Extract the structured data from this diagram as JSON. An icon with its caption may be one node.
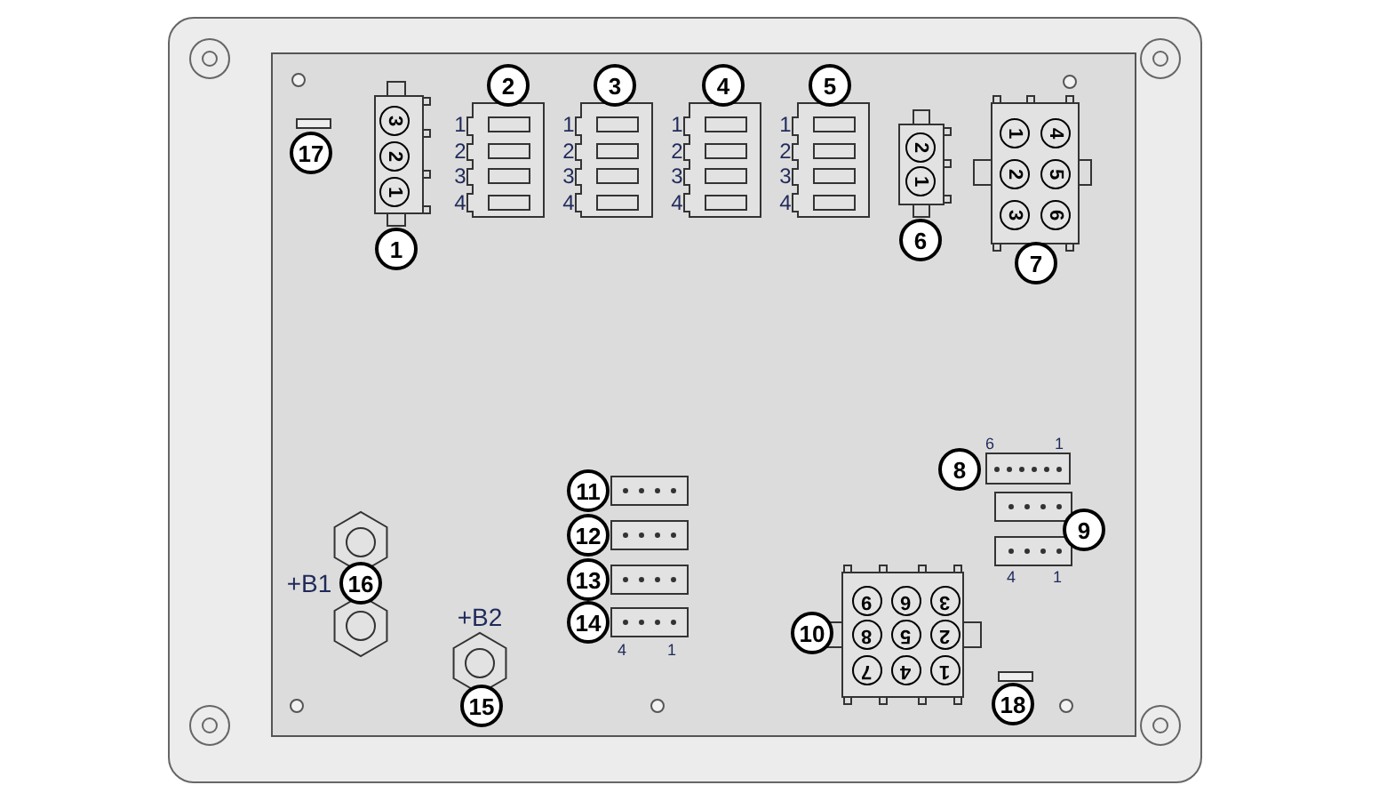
{
  "diagram": {
    "labels": [
      "17",
      "1",
      "2",
      "3",
      "4",
      "5",
      "6",
      "7",
      "3",
      "2",
      "1",
      "1",
      "2",
      "3",
      "4",
      "1",
      "2",
      "3",
      "4",
      "1",
      "2",
      "3",
      "4",
      "1",
      "2",
      "3",
      "4",
      "2",
      "1",
      "1",
      "4",
      "2",
      "5",
      "3",
      "6",
      "6",
      "1",
      "8",
      "9",
      "4",
      "1",
      "11",
      "12",
      "13",
      "14",
      "4",
      "1",
      "+B1",
      "16",
      "+B2",
      "15",
      "10",
      "9",
      "6",
      "3",
      "8",
      "5",
      "2",
      "7",
      "4",
      "1",
      "18"
    ]
  }
}
